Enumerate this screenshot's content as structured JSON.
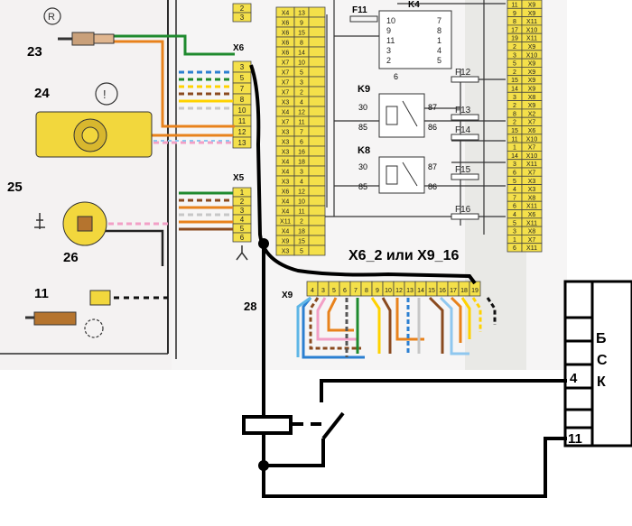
{
  "diagram": {
    "components": [
      {
        "id": "23",
        "label": "23"
      },
      {
        "id": "24",
        "label": "24"
      },
      {
        "id": "25",
        "label": "25"
      },
      {
        "id": "26",
        "label": "26"
      },
      {
        "id": "11",
        "label": "11"
      },
      {
        "id": "28",
        "label": "28"
      }
    ],
    "connectors": {
      "x6": "X6",
      "x5": "X5",
      "x9": "X9",
      "k9": "K9",
      "k8": "K8",
      "k4": "K4",
      "f11": "F11"
    },
    "x6_pins": [
      "3",
      "5",
      "7",
      "8",
      "10",
      "11",
      "12",
      "13"
    ],
    "x5_pins": [
      "1",
      "2",
      "3",
      "4",
      "5",
      "6"
    ],
    "top_pins": [
      "2",
      "3"
    ],
    "left_column": [
      "X4",
      "X6",
      "X6",
      "X6",
      "X6",
      "X7",
      "X7",
      "X7",
      "X7",
      "X3",
      "X4",
      "X7",
      "X3",
      "X3",
      "X3",
      "X4",
      "X4",
      "X3",
      "X6",
      "X4",
      "X4",
      "X11",
      "X4",
      "X9",
      "X3"
    ],
    "left_column_nums": [
      "13",
      "9",
      "15",
      "8",
      "14",
      "10",
      "5",
      "3",
      "2",
      "4",
      "12",
      "11",
      "7",
      "6",
      "16",
      "18",
      "3",
      "4",
      "12",
      "10",
      "11",
      "2",
      "18",
      "15",
      "5"
    ],
    "right_column": [
      "X9",
      "X9",
      "X11",
      "X10",
      "X11",
      "X9",
      "X10",
      "X9",
      "X9",
      "X9",
      "X9",
      "X8",
      "X9",
      "X2",
      "X7",
      "X6",
      "X10",
      "X7",
      "X10",
      "X11",
      "X7",
      "X3",
      "X3",
      "X8",
      "X11",
      "X6",
      "X11",
      "X8",
      "X7",
      "X11"
    ],
    "right_column_nums": [
      "11",
      "9",
      "8",
      "17",
      "19",
      "2",
      "3",
      "5",
      "2",
      "15",
      "14",
      "3",
      "2",
      "8",
      "2",
      "15",
      "11",
      "1",
      "14",
      "3",
      "6",
      "5",
      "4",
      "7",
      "6",
      "4",
      "5",
      "3",
      "1",
      "6"
    ],
    "k4_pins_left": [
      "10",
      "9",
      "11",
      "3",
      "2"
    ],
    "k4_pins_right": [
      "7",
      "8",
      "1",
      "4",
      "5"
    ],
    "relay_pins": {
      "p30": "30",
      "p85": "85",
      "p87": "87",
      "p86": "86",
      "p6": "6"
    },
    "fuses": [
      "F12",
      "F13",
      "F14",
      "F15",
      "F16"
    ],
    "x9_pins": [
      "4",
      "3",
      "5",
      "6",
      "7",
      "8",
      "9",
      "10",
      "12",
      "13",
      "14",
      "15",
      "16",
      "17",
      "18",
      "19"
    ],
    "annotation": "X6_2 или X9_16",
    "bsk": {
      "letters": [
        "Б",
        "С",
        "К"
      ],
      "pin4": "4",
      "pin11": "11"
    }
  }
}
